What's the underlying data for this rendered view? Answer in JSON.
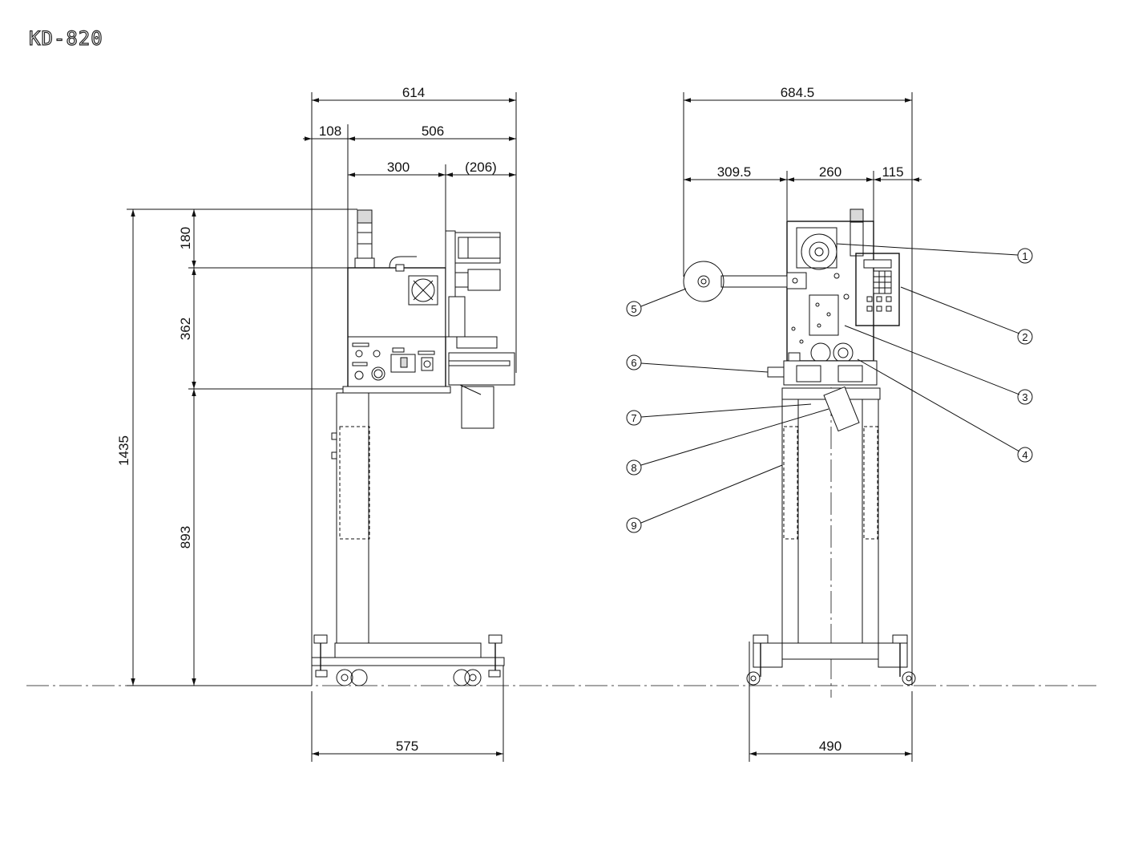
{
  "title": "KD-820",
  "dimensions": {
    "side_overall_width": "614",
    "side_offset_left": "108",
    "side_body_width": "506",
    "side_cabinet_width": "300",
    "side_head_width": "(206)",
    "side_base_width": "575",
    "total_height": "1435",
    "beacon_height": "180",
    "cabinet_height": "362",
    "stand_height": "893",
    "front_overall_width": "684.5",
    "front_left_reach": "309.5",
    "front_body_width": "260",
    "front_panel_width": "115",
    "front_base_width": "490"
  },
  "callouts": [
    "1",
    "2",
    "3",
    "4",
    "5",
    "6",
    "7",
    "8",
    "9"
  ],
  "colors": {
    "line": "#111111",
    "background": "#ffffff"
  }
}
